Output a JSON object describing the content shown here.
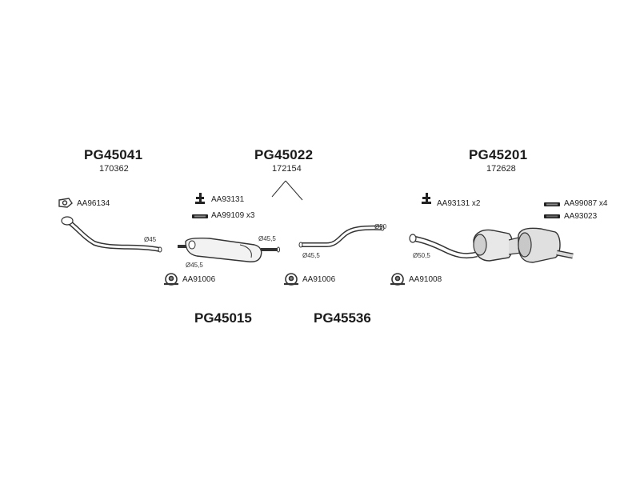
{
  "groups": {
    "g1": {
      "code": "PG45041",
      "number": "170362"
    },
    "g2": {
      "code": "PG45022",
      "number": "172154"
    },
    "g3": {
      "code": "PG45201",
      "number": "172628"
    }
  },
  "bottom_codes": {
    "left": "PG45015",
    "right": "PG45536"
  },
  "parts": {
    "aa96134": "AA96134",
    "aa93131_a": "AA93131",
    "aa99109": "AA99109 x3",
    "aa93131_b": "AA93131 x2",
    "aa99087": "AA99087 x4",
    "aa93023": "AA93023",
    "aa91006_a": "AA91006",
    "aa91006_b": "AA91006",
    "aa91008": "AA91008"
  },
  "diameters": {
    "d45": "Ø45",
    "d455_a": "Ø45,5",
    "d455_b": "Ø45,5",
    "d455_c": "Ø45,5",
    "d50": "Ø50",
    "d505": "Ø50,5"
  }
}
